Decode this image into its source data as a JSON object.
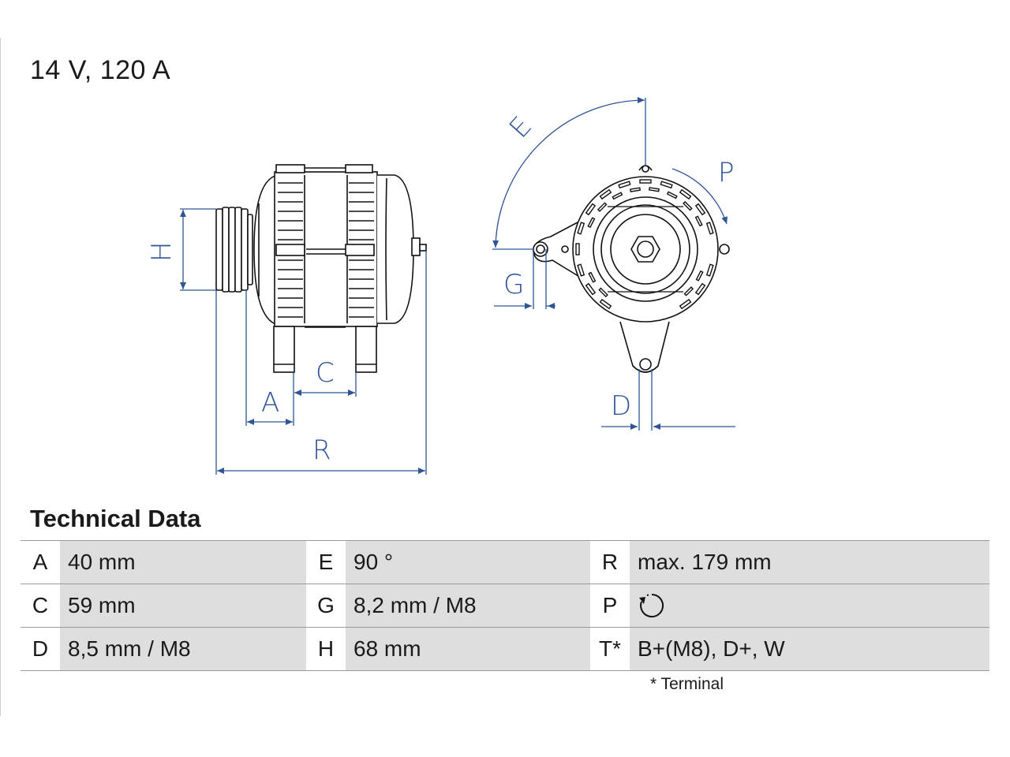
{
  "header": {
    "title": "14 V, 120 A"
  },
  "drawing": {
    "labels": {
      "A": "A",
      "C": "C",
      "D": "D",
      "E": "E",
      "G": "G",
      "H": "H",
      "P": "P",
      "R": "R"
    },
    "colors": {
      "dimension_line": "#2f5597",
      "outline": "#111111"
    }
  },
  "technical_data": {
    "title": "Technical Data",
    "rows": [
      [
        {
          "key": "A",
          "value": "40 mm"
        },
        {
          "key": "E",
          "value": "90 °"
        },
        {
          "key": "R",
          "value": "max. 179 mm"
        }
      ],
      [
        {
          "key": "C",
          "value": "59 mm"
        },
        {
          "key": "G",
          "value": "8,2 mm / M8"
        },
        {
          "key": "P",
          "value": "",
          "icon": "clockwise-rotation-icon"
        }
      ],
      [
        {
          "key": "D",
          "value": "8,5 mm / M8"
        },
        {
          "key": "H",
          "value": "68 mm"
        },
        {
          "key": "T*",
          "value": "B+(M8), D+, W"
        }
      ]
    ],
    "footnote": "* Terminal"
  }
}
